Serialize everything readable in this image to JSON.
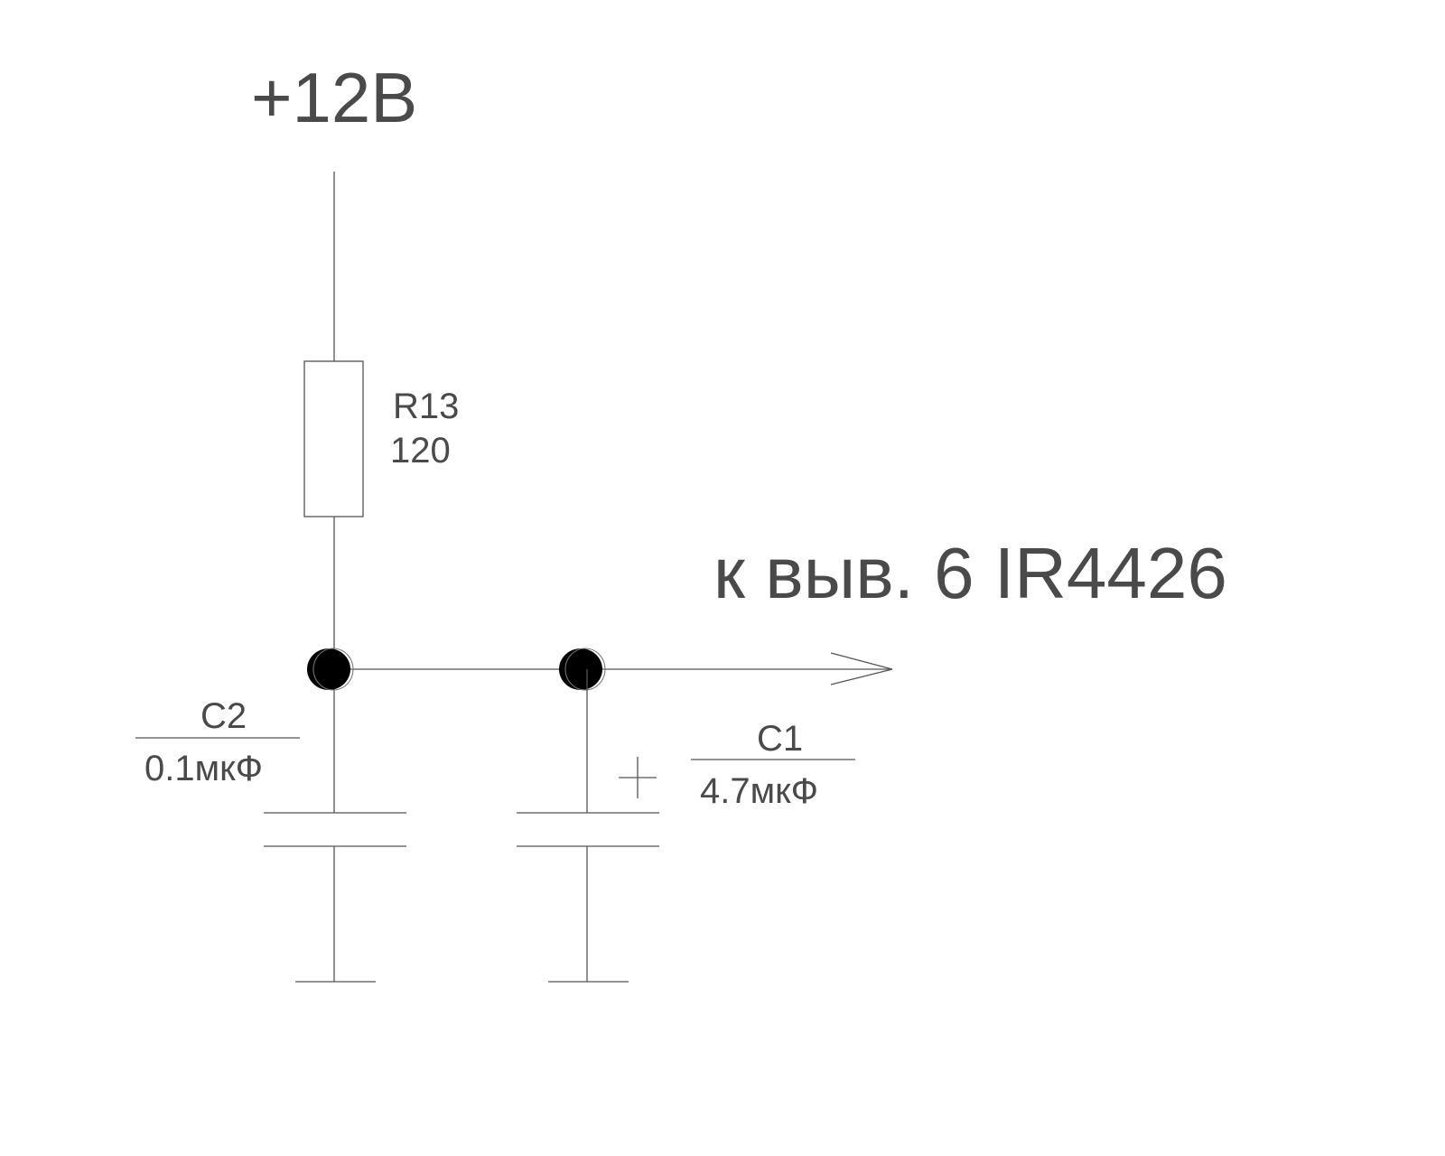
{
  "supply_label": "+12В",
  "output_label": "к выв. 6 IR4426",
  "resistor": {
    "ref": "R13",
    "value": "120"
  },
  "capacitors": [
    {
      "ref": "C2",
      "value": "0.1мкФ",
      "polarized": false
    },
    {
      "ref": "C1",
      "value": "4.7мкФ",
      "polarized": true,
      "polarity_mark": "+"
    }
  ],
  "colors": {
    "wire": "#555555",
    "text": "#4a4a4a",
    "junction": "#000000"
  }
}
